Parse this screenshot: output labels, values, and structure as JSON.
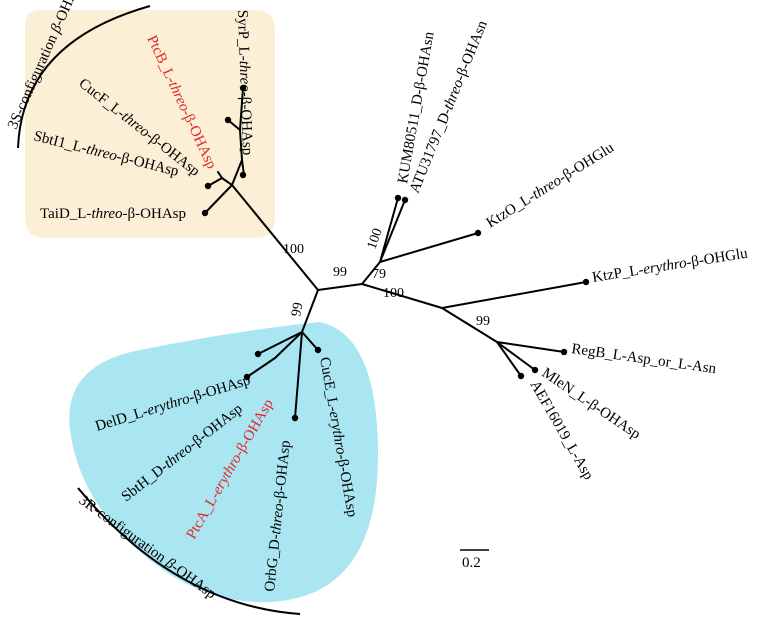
{
  "colors": {
    "clade_3s_fill": "#fbefd6",
    "clade_3r_fill": "#a9e6f2",
    "highlight_text": "#e3262b",
    "line": "#000000"
  },
  "tips": [
    {
      "id": "syrp",
      "pre": "SyrP_L-",
      "ital": "threo",
      "post": "-β-OHAsp",
      "highlight": false
    },
    {
      "id": "ptcb",
      "pre": "PtcB_L-",
      "ital": "threo",
      "post": "-β-OHAsp",
      "highlight": true
    },
    {
      "id": "cucf",
      "pre": "CucF_L-",
      "ital": "threo",
      "post": "-β-OHAsp",
      "highlight": false
    },
    {
      "id": "sbti1",
      "pre": "SbtI1_L-",
      "ital": "threo",
      "post": "-β-OHAsp",
      "highlight": false
    },
    {
      "id": "taid",
      "pre": "TaiD_L-",
      "ital": "threo",
      "post": "-β-OHAsp",
      "highlight": false
    },
    {
      "id": "kum",
      "pre": "KUM80511_D-",
      "ital": "",
      "post": "β-OHAsn",
      "highlight": false
    },
    {
      "id": "atu",
      "pre": "ATU31797_D-",
      "ital": "threo",
      "post": "-β-OHAsn",
      "highlight": false
    },
    {
      "id": "ktzo",
      "pre": "KtzO_L-",
      "ital": "threo",
      "post": "-β-OHGlu",
      "highlight": false
    },
    {
      "id": "ktzp",
      "pre": "KtzP_L-",
      "ital": "erythro",
      "post": "-β-OHGlu",
      "highlight": false
    },
    {
      "id": "regb",
      "pre": "RegB_L-Asp_or_L-Asn",
      "ital": "",
      "post": "",
      "highlight": false
    },
    {
      "id": "mlen",
      "pre": "MleN_L-β-OHAsp",
      "ital": "",
      "post": "",
      "highlight": false
    },
    {
      "id": "aef",
      "pre": "AEF16019_L-Asp",
      "ital": "",
      "post": "",
      "highlight": false
    },
    {
      "id": "deld",
      "pre": "DelD_L-",
      "ital": "erythro",
      "post": "-β-OHAsp",
      "highlight": false
    },
    {
      "id": "sbth",
      "pre": "SbtH_D-",
      "ital": "threo",
      "post": "-β-OHAsp",
      "highlight": false
    },
    {
      "id": "ptca",
      "pre": "PtcA_L-",
      "ital": "erythro",
      "post": "-β-OHAsp",
      "highlight": true
    },
    {
      "id": "orbg",
      "pre": "OrbG_D-",
      "ital": "threo",
      "post": "-β-OHAsp",
      "highlight": false
    },
    {
      "id": "cuce",
      "pre": "CucE_L-",
      "ital": "erythro",
      "post": "-β-OHAsp",
      "highlight": false
    }
  ],
  "bootstrap": {
    "b100_3s": "100",
    "b99_center": "99",
    "b79": "79",
    "b100_kum": "100",
    "b100_ktz": "100",
    "b99_reg": "99",
    "b99_3r": "99"
  },
  "clades": {
    "s3": {
      "pre": "3S-configuration ",
      "ital": "β",
      "post": "-OHAsp"
    },
    "r3": {
      "pre": "3R-configuration ",
      "ital": "β",
      "post": "-OHAsp"
    }
  },
  "scale_bar": "0.2"
}
